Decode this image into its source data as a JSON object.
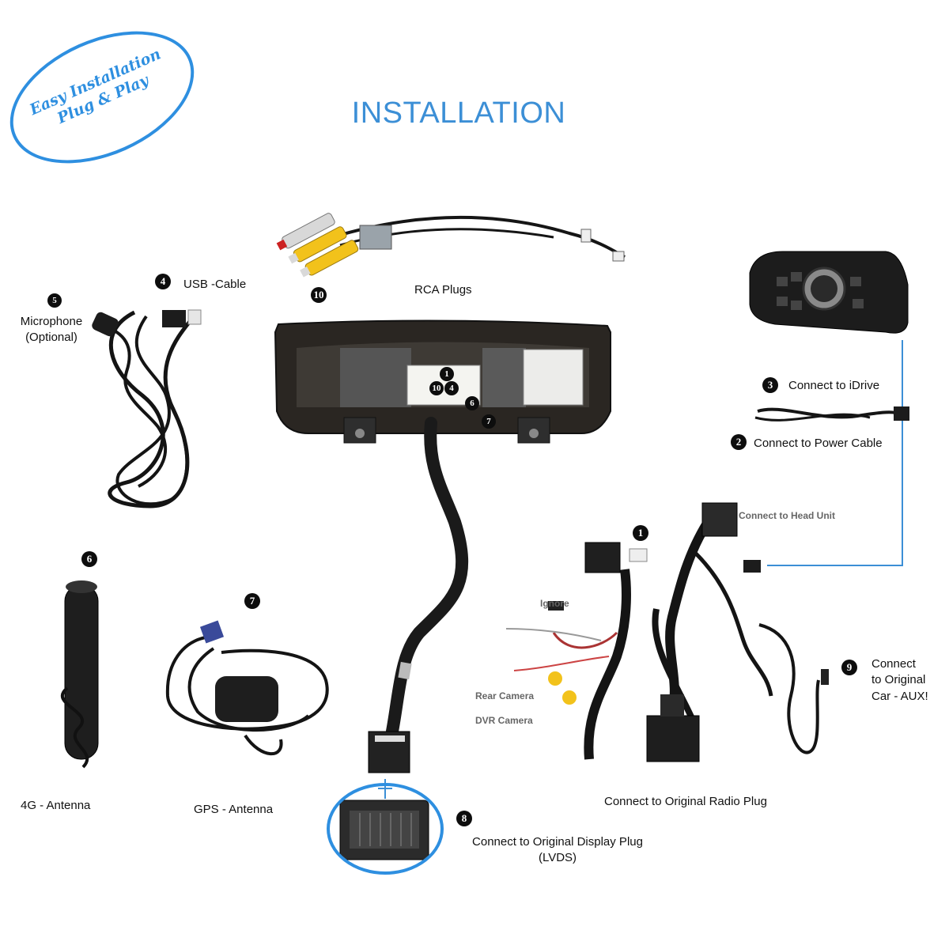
{
  "badge": {
    "line1": "Easy Installation",
    "line2": "Plug & Play"
  },
  "title": "INSTALLATION",
  "labels": {
    "rca": "RCA Plugs",
    "usb": "USB -Cable",
    "mic_line1": "Microphone",
    "mic_line2": "(Optional)",
    "idrive": "Connect to iDrive",
    "power": "Connect to Power Cable",
    "head_unit": "Connect to Head Unit",
    "ignore": "Ignore",
    "rear_camera": "Rear Camera",
    "dvr_camera": "DVR Camera",
    "aux_line1": "Connect",
    "aux_line2": "to Original",
    "aux_line3": "Car - AUX!",
    "radio_plug": "Connect to Original Radio Plug",
    "antenna_4g": "4G - Antenna",
    "gps": "GPS - Antenna",
    "display_line1": "Connect to Original Display Plug",
    "display_line2": "(LVDS)"
  },
  "numbers": {
    "n1": "1",
    "n2": "2",
    "n3": "3",
    "n4": "4",
    "n5": "5",
    "n6": "6",
    "n7": "7",
    "n8": "8",
    "n9": "9",
    "n10": "10"
  },
  "colors": {
    "accent": "#3c8fd6",
    "highlight": "#2e8fe0",
    "cable": "#151515"
  }
}
